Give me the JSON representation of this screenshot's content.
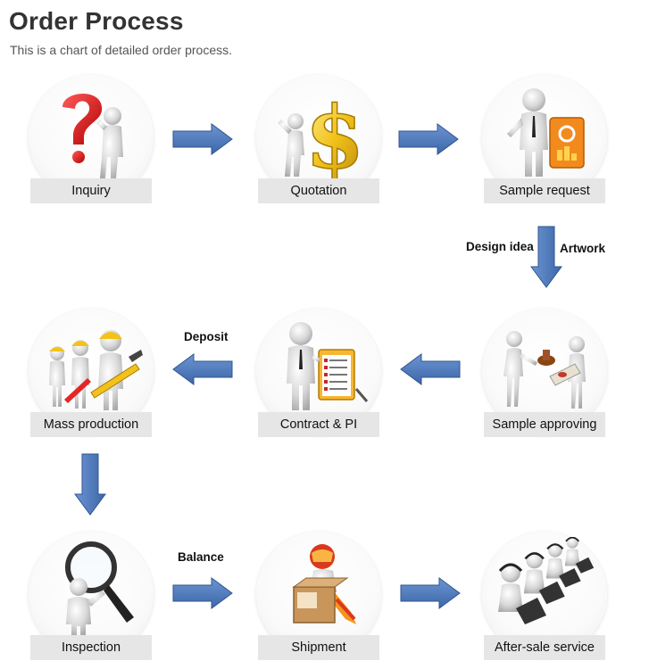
{
  "header": {
    "title": "Order Process",
    "subtitle": "This is a chart of detailed order process."
  },
  "steps": [
    {
      "label": "Inquiry",
      "icon": "question-mark-icon"
    },
    {
      "label": "Quotation",
      "icon": "dollar-sign-icon"
    },
    {
      "label": "Sample request",
      "icon": "sample-board-icon"
    },
    {
      "label": "Sample approving",
      "icon": "stamp-approval-icon"
    },
    {
      "label": "Contract & PI",
      "icon": "clipboard-checklist-icon"
    },
    {
      "label": "Mass production",
      "icon": "workers-tools-icon"
    },
    {
      "label": "Inspection",
      "icon": "magnifier-icon"
    },
    {
      "label": "Shipment",
      "icon": "delivery-box-icon"
    },
    {
      "label": "After-sale service",
      "icon": "headset-laptop-icon"
    }
  ],
  "flow_labels": {
    "design_idea": "Design idea",
    "artwork": "Artwork",
    "deposit": "Deposit",
    "balance": "Balance"
  },
  "colors": {
    "arrow": "#4472b8",
    "arrow_edge": "#2f558f",
    "label_bg": "#e6e6e6",
    "figure": "#d9d9d9"
  }
}
